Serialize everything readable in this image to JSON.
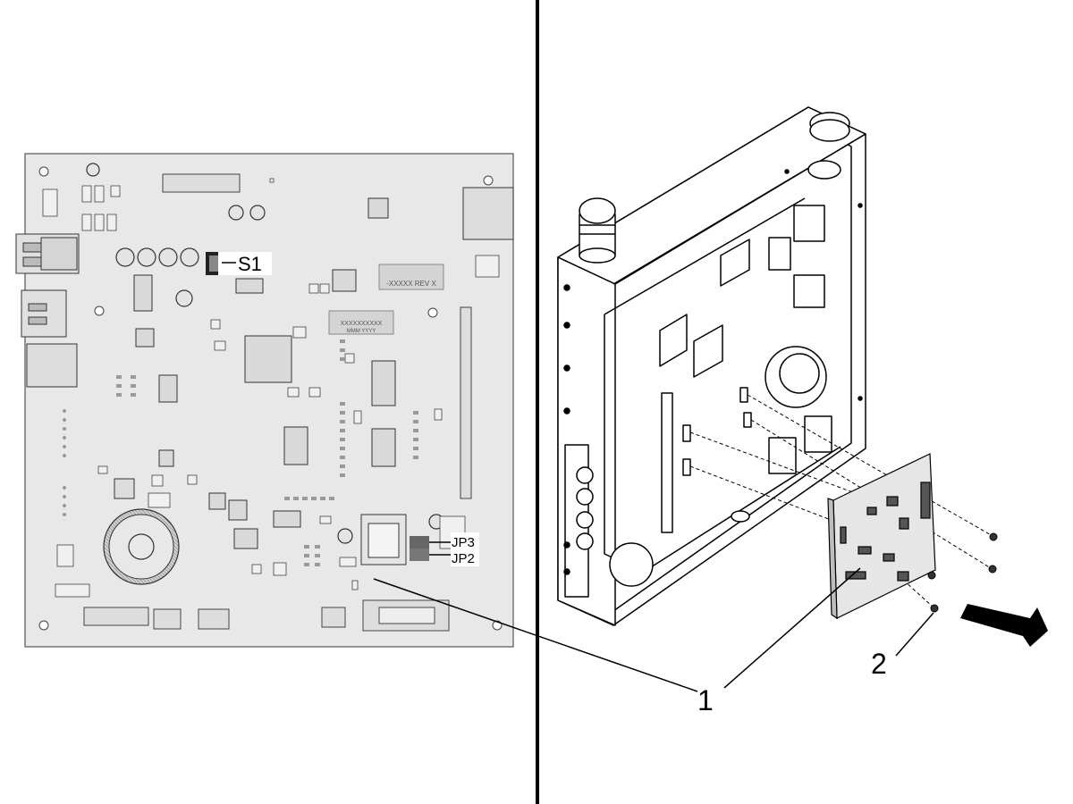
{
  "labels": {
    "switch_s1": "S1",
    "jumper_jp3": "JP3",
    "jumper_jp2": "JP2",
    "callout_board": "1",
    "callout_screw": "2"
  },
  "silkscreen": {
    "rev_text": "-XXXXX REV X",
    "serial_line1": "XXXXXXXXXX",
    "serial_line2": "MMM YYYY"
  },
  "colors": {
    "board_fill": "#e8e8e8",
    "line": "#000000",
    "housing_fill": "#ffffff"
  }
}
